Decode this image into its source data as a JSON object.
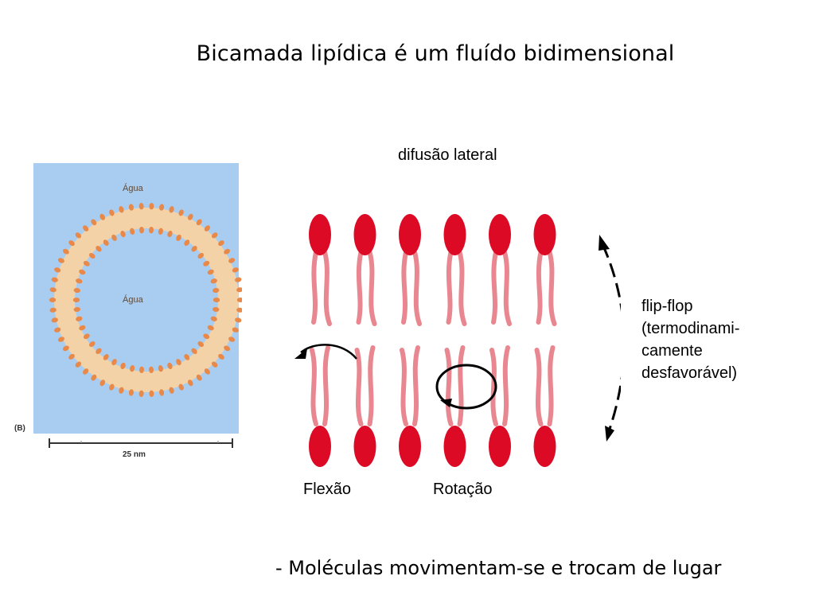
{
  "slide": {
    "title": "Bicamada lipídica é um fluído bidimensional",
    "footer_text": "- Moléculas movimentam-se e trocam de lugar"
  },
  "vesicle_figure": {
    "outer_label": "Água",
    "inner_label": "Água",
    "panel_label": "(B)",
    "scale_label": "25 nm",
    "colors": {
      "water": "#a9cdf0",
      "lipid_head": "#e8894a",
      "lipid_tail": "#f2d2a6"
    }
  },
  "bilayer_figure": {
    "labels": {
      "lateral_diffusion": "difusão lateral",
      "flexion": "Flexão",
      "rotation": "Rotação",
      "flip_flop": [
        "flip-flop",
        "(termodinami-",
        "camente",
        "desfavorável)"
      ]
    },
    "lipids_per_leaflet": 6,
    "colors": {
      "head": "#dd0a25",
      "tail": "#e98790",
      "arrow": "#000000"
    }
  }
}
